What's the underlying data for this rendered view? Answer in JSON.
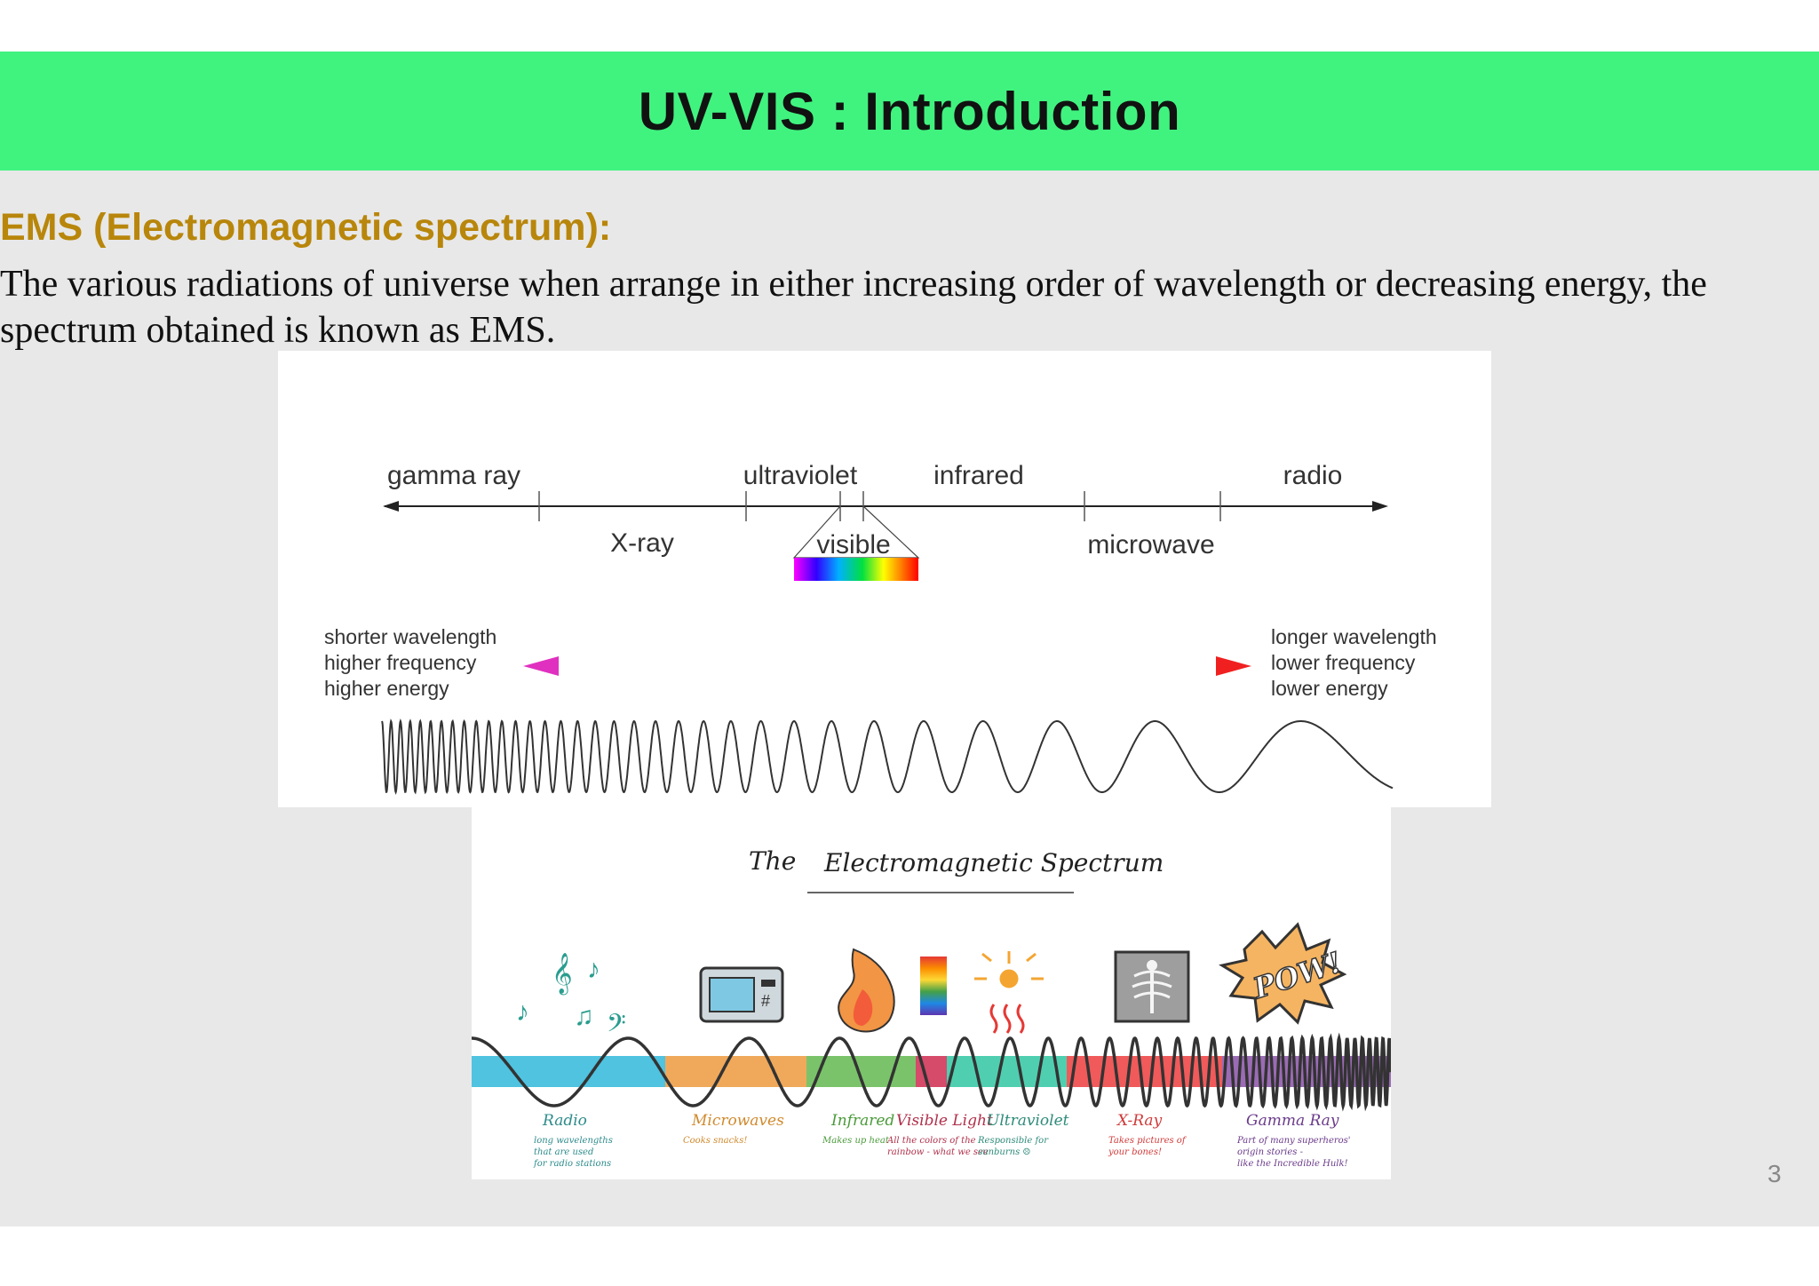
{
  "slide": {
    "title": "UV-VIS : Introduction",
    "subheading": "EMS (Electromagnetic spectrum):",
    "paragraph": "The various radiations of universe when arrange in either increasing order of wavelength or decreasing energy, the spectrum obtained is known as EMS.",
    "page_number": "3"
  },
  "figure1": {
    "top_labels": [
      "gamma ray",
      "ultraviolet",
      "infrared",
      "radio"
    ],
    "bottom_labels": [
      "X-ray",
      "visible",
      "microwave"
    ],
    "left_caption": [
      "shorter wavelength",
      "higher frequency",
      "higher energy"
    ],
    "right_caption": [
      "longer wavelength",
      "lower frequency",
      "lower energy"
    ]
  },
  "figure2": {
    "title_the": "The",
    "title_main": "Electromagnetic Spectrum",
    "pow_text": "POW!",
    "bands": [
      {
        "name": "Radio",
        "note": [
          "long wavelengths",
          "that are used",
          "for radio stations"
        ],
        "color": "#4fc3e0",
        "name_color": "#2e8b8b"
      },
      {
        "name": "Microwaves",
        "note": [
          "Cooks snacks!"
        ],
        "color": "#f0a95a",
        "name_color": "#d08a2e"
      },
      {
        "name": "Infrared",
        "note": [
          "Makes up heat"
        ],
        "color": "#7bc36a",
        "name_color": "#4a9a3a"
      },
      {
        "name": "Visible Light",
        "note": [
          "All the colors of the",
          "rainbow - what we see"
        ],
        "color": "#d64a6a",
        "name_color": "#b0304a"
      },
      {
        "name": "Ultraviolet",
        "note": [
          "Responsible for",
          "sunburns ☹"
        ],
        "color": "#4fcfb0",
        "name_color": "#2e8b7a"
      },
      {
        "name": "X-Ray",
        "note": [
          "Takes pictures of",
          "your bones!"
        ],
        "color": "#f05a5a",
        "name_color": "#d03a3a"
      },
      {
        "name": "Gamma Ray",
        "note": [
          "Part of many superheros'",
          "origin stories -",
          "like the Incredible Hulk!"
        ],
        "color": "#9b6bb5",
        "name_color": "#6a3a8a"
      }
    ]
  }
}
